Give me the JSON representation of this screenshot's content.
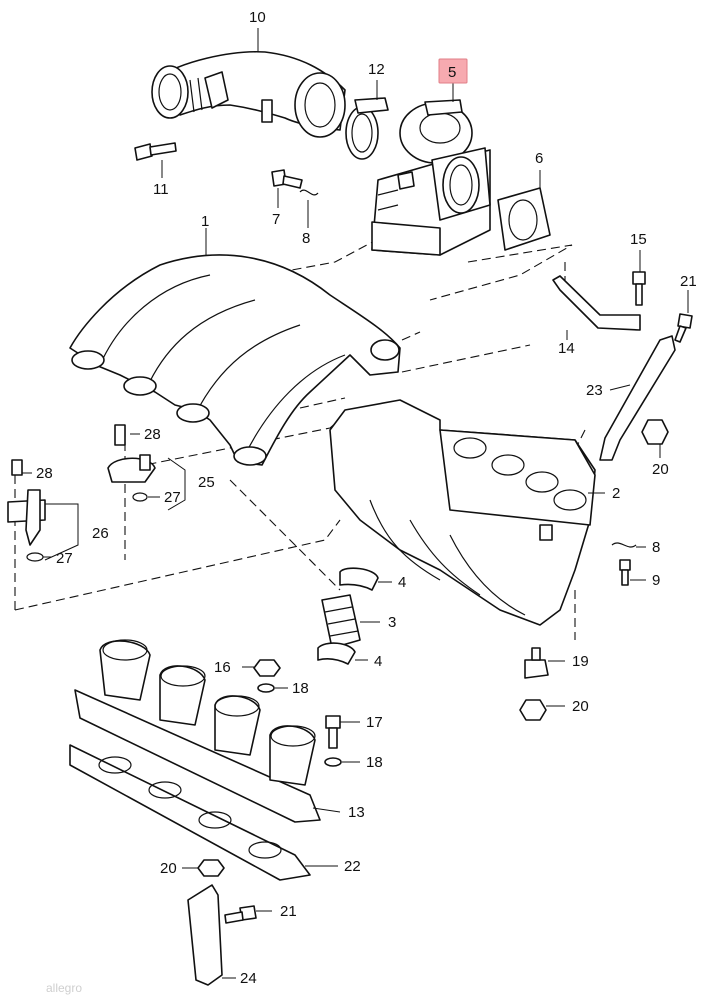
{
  "callouts": {
    "c1": "1",
    "c2": "2",
    "c3": "3",
    "c4a": "4",
    "c4b": "4",
    "c5": "5",
    "c6": "6",
    "c7": "7",
    "c8a": "8",
    "c8b": "8",
    "c9": "9",
    "c10": "10",
    "c11": "11",
    "c12": "12",
    "c13": "13",
    "c14": "14",
    "c15": "15",
    "c16": "16",
    "c17": "17",
    "c18a": "18",
    "c18b": "18",
    "c19": "19",
    "c20a": "20",
    "c20b": "20",
    "c20c": "20",
    "c21a": "21",
    "c21b": "21",
    "c22": "22",
    "c23": "23",
    "c24": "24",
    "c25": "25",
    "c26": "26",
    "c27a": "27",
    "c27b": "27",
    "c28a": "28",
    "c28b": "28"
  },
  "highlight_color": "#f7aab0",
  "watermark": "allegro"
}
